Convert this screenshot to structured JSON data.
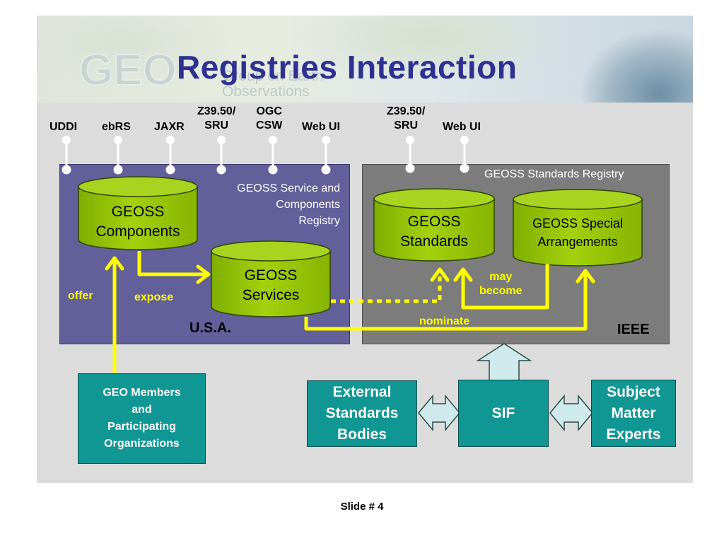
{
  "title": "Registries Interaction",
  "logo": {
    "letters": "GEO",
    "subtitle": "Group on Earth Observations"
  },
  "interfaces": {
    "usa": [
      "UDDI",
      "ebRS",
      "JAXR",
      "Z39.50/\nSRU",
      "OGC\nCSW",
      "Web UI"
    ],
    "ieee": [
      "Z39.50/\nSRU",
      "Web UI"
    ]
  },
  "usa_registry": {
    "label": "GEOSS Service and\nComponents\nRegistry",
    "country": "U.S.A.",
    "components": "GEOSS\nComponents",
    "services": "GEOSS\nServices"
  },
  "ieee_registry": {
    "label": "GEOSS Standards Registry",
    "org": "IEEE",
    "standards": "GEOSS\nStandards",
    "special": "GEOSS Special\nArrangements"
  },
  "flows": {
    "offer": "offer",
    "expose": "expose",
    "may_become": "may\nbecome",
    "nominate": "nominate"
  },
  "members": "GEO Members\nand\nParticipating\nOrganizations",
  "external": "External\nStandards\nBodies",
  "sif": "SIF",
  "experts": "Subject\nMatter\nExperts",
  "footer": "Slide # 4",
  "colors": {
    "title": "#2e3192",
    "usa_panel": "#625f9b",
    "ieee_panel": "#7c7c7c",
    "cylinder": "#99cc00",
    "arrow": "#ffff00",
    "teal": "#109693",
    "connector": "#cfeaea"
  }
}
